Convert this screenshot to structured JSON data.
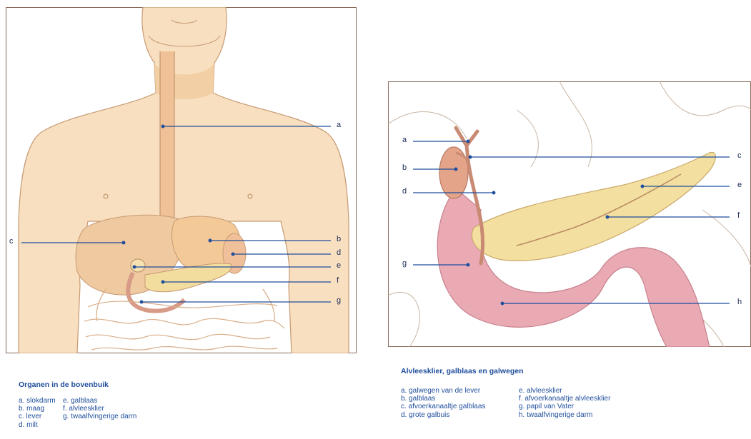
{
  "left": {
    "labels": {
      "a": "a",
      "b": "b",
      "c": "c",
      "d": "d",
      "e": "e",
      "f": "f",
      "g": "g"
    },
    "caption": {
      "title": "Organen in de bovenbuik",
      "col1": [
        "a. slokdarm",
        "b. maag",
        "c. lever",
        "d. milt"
      ],
      "col2": [
        "e. galblaas",
        "f. alvleesklier",
        "g. twaalfvingerige darm"
      ]
    }
  },
  "right": {
    "labels": {
      "a": "a",
      "b": "b",
      "c": "c",
      "d": "d",
      "e": "e",
      "f": "f",
      "g": "g",
      "h": "h"
    },
    "caption": {
      "title": "Alvleesklier, galblaas en galwegen",
      "col1": [
        "a. galwegen van de lever",
        "b. galblaas",
        "c. afvoerkanaaltje galblaas",
        "d. grote galbuis"
      ],
      "col2": [
        "e. alvleesklier",
        "f. afvoerkanaaltje alvleesklier",
        "g. papil van Vater",
        "h. twaalfvingerige darm"
      ]
    }
  },
  "colors": {
    "leader": "#1f4e9c",
    "skin": "#f6d9b3",
    "skin_dark": "#e8a977",
    "outline": "#b98a62",
    "pancreas": "#f3df9f",
    "duodenum": "#e7a7b0",
    "frame": "#8a6b5b"
  }
}
